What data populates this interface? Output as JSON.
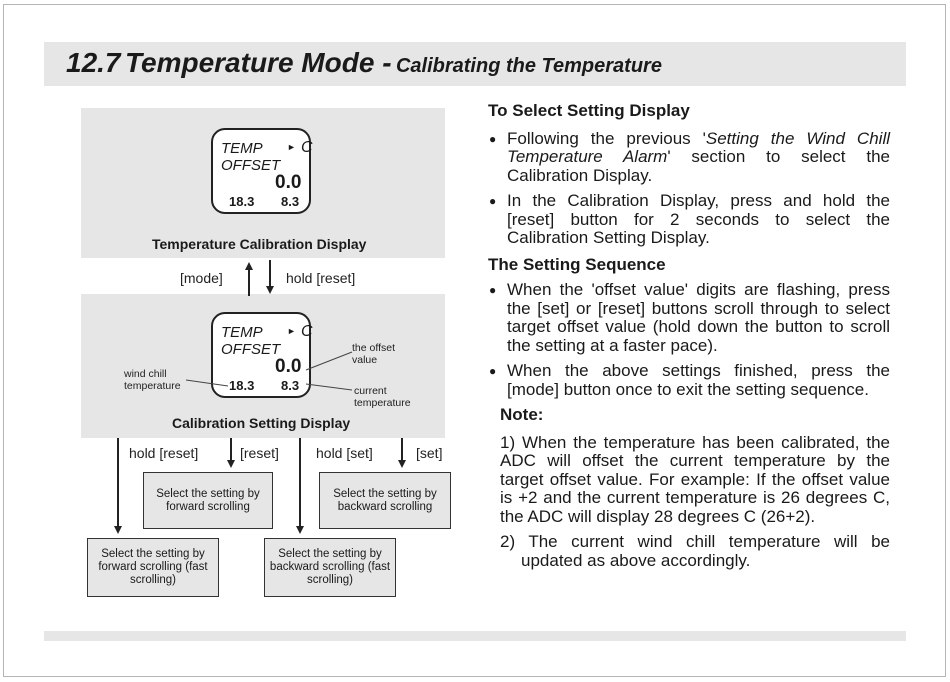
{
  "header": {
    "section_number": "12.7",
    "title": "Temperature Mode -",
    "subtitle": "Calibrating the Temperature"
  },
  "diagram": {
    "display1": {
      "temp_label": "TEMP",
      "unit": "C",
      "offset_label": "OFFSET",
      "offset_value": "0.0",
      "left_reading": "18.3",
      "right_reading": "8.3",
      "caption": "Temperature Calibration Display"
    },
    "arrow_labels": {
      "up": "[mode]",
      "down": "hold [reset]"
    },
    "display2": {
      "temp_label": "TEMP",
      "unit": "C",
      "offset_label": "OFFSET",
      "offset_value": "0.0",
      "left_reading": "18.3",
      "right_reading": "8.3",
      "caption": "Calibration Setting Display",
      "callout_offset": "the offset value",
      "callout_current": "current temperature",
      "callout_wind": "wind chill temperature"
    },
    "flow_labels": [
      "hold [reset]",
      "[reset]",
      "hold [set]",
      "[set]"
    ],
    "boxes": {
      "forward": "Select the setting by forward scrolling",
      "backward": "Select the setting by backward scrolling",
      "forward_fast": "Select the setting by forward scrolling (fast scrolling)",
      "backward_fast": "Select the setting by backward scrolling (fast scrolling)"
    }
  },
  "content": {
    "heading1": "To Select Setting Display",
    "bullet1_pre": "Following the previous '",
    "bullet1_italic": "Setting the Wind Chill Temperature Alarm",
    "bullet1_post": "' section to select the Calibration Display.",
    "bullet2": "In the Calibration Display, press and hold the [reset] button for 2 seconds to select the Calibration Setting Display.",
    "heading2": "The Setting Sequence",
    "bullet3": "When the 'offset value' digits are flashing, press the [set] or [reset] buttons scroll through to select target offset value (hold down the button to scroll the setting at a faster pace).",
    "bullet4": "When the above settings finished, press the [mode] button once to exit the setting sequence.",
    "note_heading": "Note:",
    "note1": "1) When the temperature has been calibrated, the ADC will offset the current temperature by the target offset value. For example: If the offset value is +2 and the current temperature is 26 degrees C, the ADC will display 28 degrees C (26+2).",
    "note2": "2) The current wind chill temperature will be updated as above accordingly."
  }
}
